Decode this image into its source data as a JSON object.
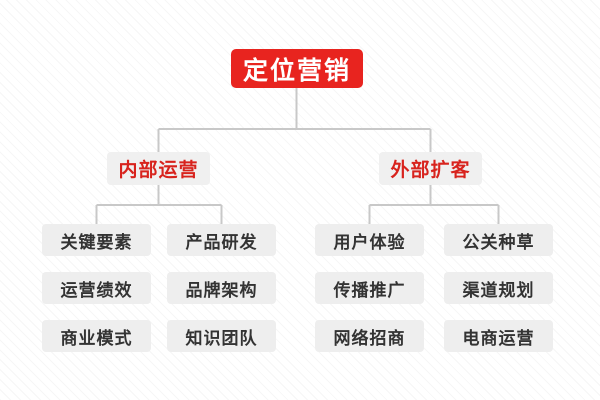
{
  "diagram": {
    "type": "org-chart",
    "title": "定位营销",
    "colors": {
      "root_bg": "#e8241f",
      "root_text": "#ffffff",
      "branch_bg": "#f0f0f0",
      "branch_text": "#d8231d",
      "leaf_bg": "#eeeeee",
      "leaf_text": "#333333",
      "connector": "#c8c8c8",
      "page_bg": "#ffffff"
    },
    "root": {
      "label": "定位营销"
    },
    "branches": [
      {
        "label": "内部运营",
        "columns": [
          {
            "items": [
              "关键要素",
              "运营绩效",
              "商业模式"
            ]
          },
          {
            "items": [
              "产品研发",
              "品牌架构",
              "知识团队"
            ]
          }
        ]
      },
      {
        "label": "外部扩客",
        "columns": [
          {
            "items": [
              "用户体验",
              "传播推广",
              "网络招商"
            ]
          },
          {
            "items": [
              "公关种草",
              "渠道规划",
              "电商运营"
            ]
          }
        ]
      }
    ],
    "leaves_flat": [
      "关键要素",
      "产品研发",
      "用户体验",
      "公关种草",
      "运营绩效",
      "品牌架构",
      "传播推广",
      "渠道规划",
      "商业模式",
      "知识团队",
      "网络招商",
      "电商运营"
    ]
  }
}
